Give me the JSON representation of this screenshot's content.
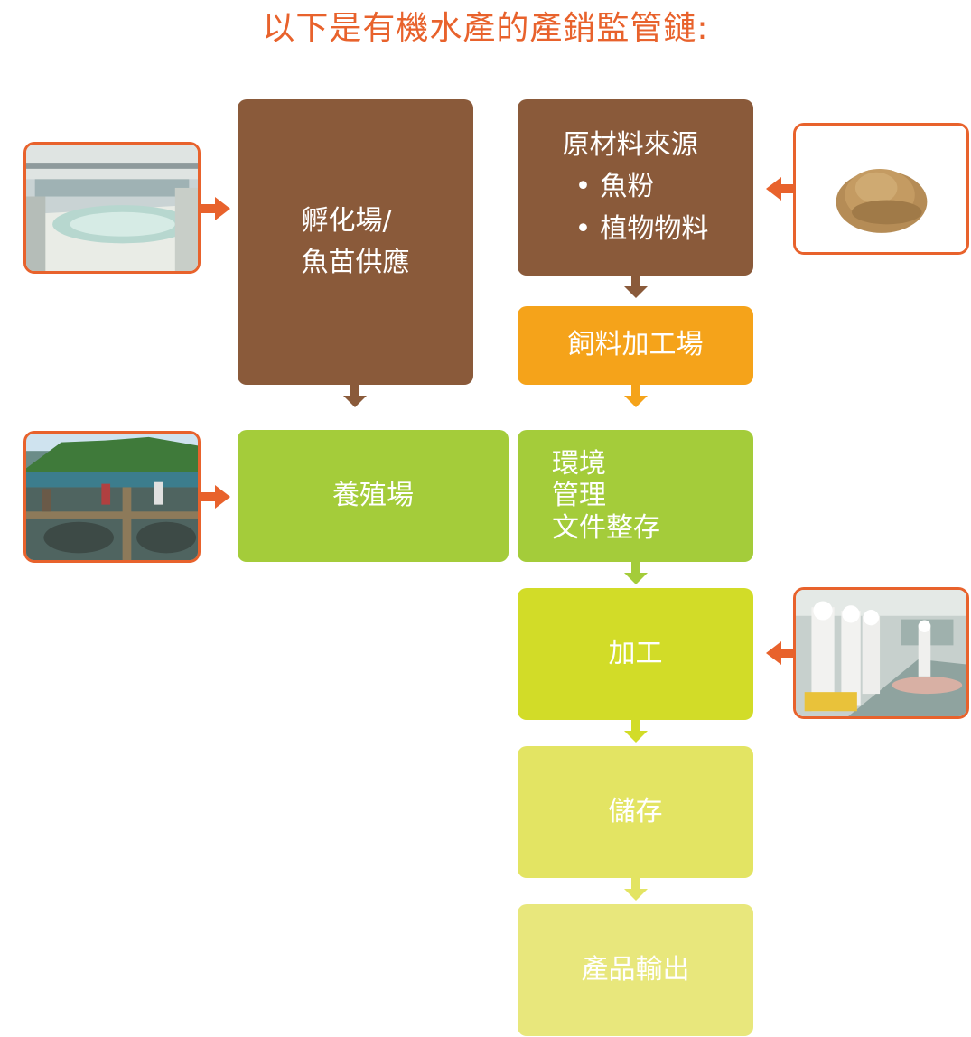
{
  "title": "以下是有機水產的產銷監管鏈:",
  "colors": {
    "brown": "#8a5a3a",
    "orange": "#f5a31a",
    "green": "#a4cc3a",
    "lime": "#d2dc28",
    "pale_lime": "#e3e463",
    "pale_yellow": "#e8e77c",
    "accent": "#e8622c"
  },
  "nodes": {
    "hatchery": {
      "line1": "孵化場/",
      "line2": "魚苗供應"
    },
    "raw_material": {
      "heading": "原材料來源",
      "items": [
        "魚粉",
        "植物物料"
      ]
    },
    "feed_mill": {
      "label": "飼料加工場"
    },
    "farm": {
      "label": "養殖場"
    },
    "environment": {
      "line1": "環境",
      "line2": "管理",
      "line3": "文件整存"
    },
    "processing": {
      "label": "加工"
    },
    "storage": {
      "label": "儲存"
    },
    "output": {
      "label": "產品輸出"
    }
  },
  "photos": {
    "hatchery_photo": "hatchery-tank-photo",
    "fishmeal_photo": "fish-meal-powder-photo",
    "fish_farm_photo": "fish-farm-cage-photo",
    "processing_photo": "processing-plant-photo"
  }
}
